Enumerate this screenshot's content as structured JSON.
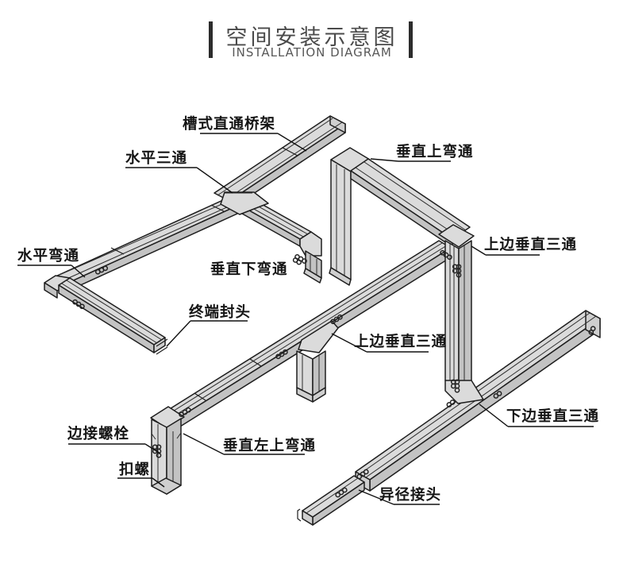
{
  "header": {
    "title_zh": "空间安装示意图",
    "title_en": "INSTALLATION DIAGRAM"
  },
  "diagram": {
    "labels": {
      "straight_tray": "槽式直通桥架",
      "horizontal_tee": "水平三通",
      "vertical_up_bend": "垂直上弯通",
      "horizontal_bend": "水平弯通",
      "vertical_down_bend": "垂直下弯通",
      "top_vertical_tee_right": "上边垂直三通",
      "end_cap": "终端封头",
      "top_vertical_tee_mid": "上边垂直三通",
      "bottom_vertical_tee": "下边垂直三通",
      "edge_bolt": "边接螺栓",
      "buckle_screw": "扣螺",
      "vertical_left_up_bend": "垂直左上弯通",
      "reducer_joint": "异径接头"
    },
    "colors": {
      "tray_top": "#dbdbdb",
      "tray_side": "#c3c3c3",
      "outline": "#1e1e1e",
      "title_bar": "#2c2c2c"
    }
  }
}
